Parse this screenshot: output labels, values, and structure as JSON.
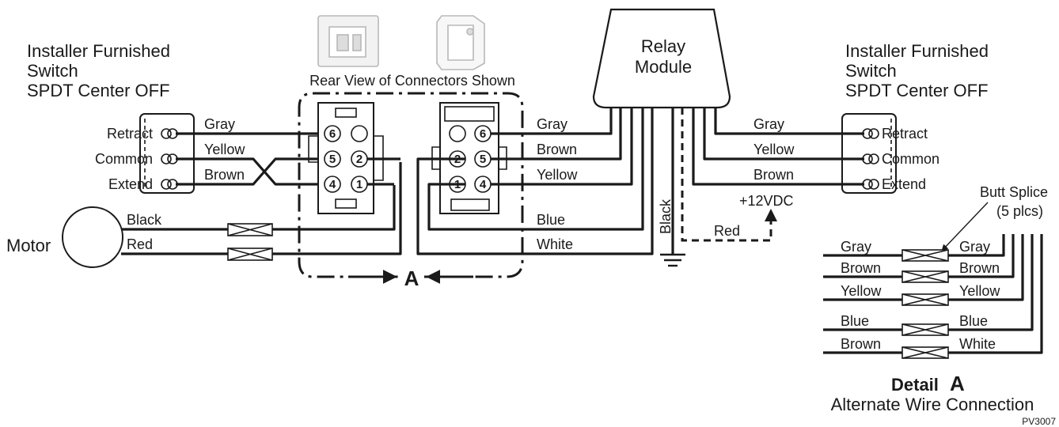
{
  "left_switch": {
    "title": [
      "Installer Furnished",
      "Switch",
      "SPDT Center OFF"
    ],
    "terminals": [
      "Retract",
      "Common",
      "Extend"
    ]
  },
  "right_switch": {
    "title": [
      "Installer Furnished",
      "Switch",
      "SPDT Center OFF"
    ],
    "terminals": [
      "Retract",
      "Common",
      "Extend"
    ]
  },
  "connectors": {
    "caption": "Rear View of Connectors Shown",
    "left_pins": [
      "6",
      "5",
      "2",
      "4",
      "1"
    ],
    "right_pins": [
      "6",
      "2",
      "5",
      "1",
      "4"
    ]
  },
  "relay": {
    "label": [
      "Relay",
      "Module"
    ]
  },
  "motor": {
    "label": "Motor"
  },
  "wires": {
    "left_switch": [
      "Gray",
      "Yellow",
      "Brown"
    ],
    "motor": [
      "Black",
      "Red"
    ],
    "relay_left": [
      "Gray",
      "Brown",
      "Yellow",
      "Blue",
      "White"
    ],
    "ground": "Black",
    "power": "Red",
    "power_label": "+12VDC",
    "right_switch": [
      "Gray",
      "Yellow",
      "Brown"
    ]
  },
  "detail_marker": "A",
  "detail": {
    "splice_label": [
      "Butt Splice",
      "(5 plcs)"
    ],
    "rows": [
      {
        "left": "Gray",
        "right": "Gray"
      },
      {
        "left": "Brown",
        "right": "Brown"
      },
      {
        "left": "Yellow",
        "right": "Yellow"
      },
      {
        "left": "Blue",
        "right": "Blue"
      },
      {
        "left": "Brown",
        "right": "White"
      }
    ],
    "title_word": "Detail",
    "title_letter": "A",
    "subtitle": "Alternate Wire Connection"
  },
  "part_number": "PV3007"
}
